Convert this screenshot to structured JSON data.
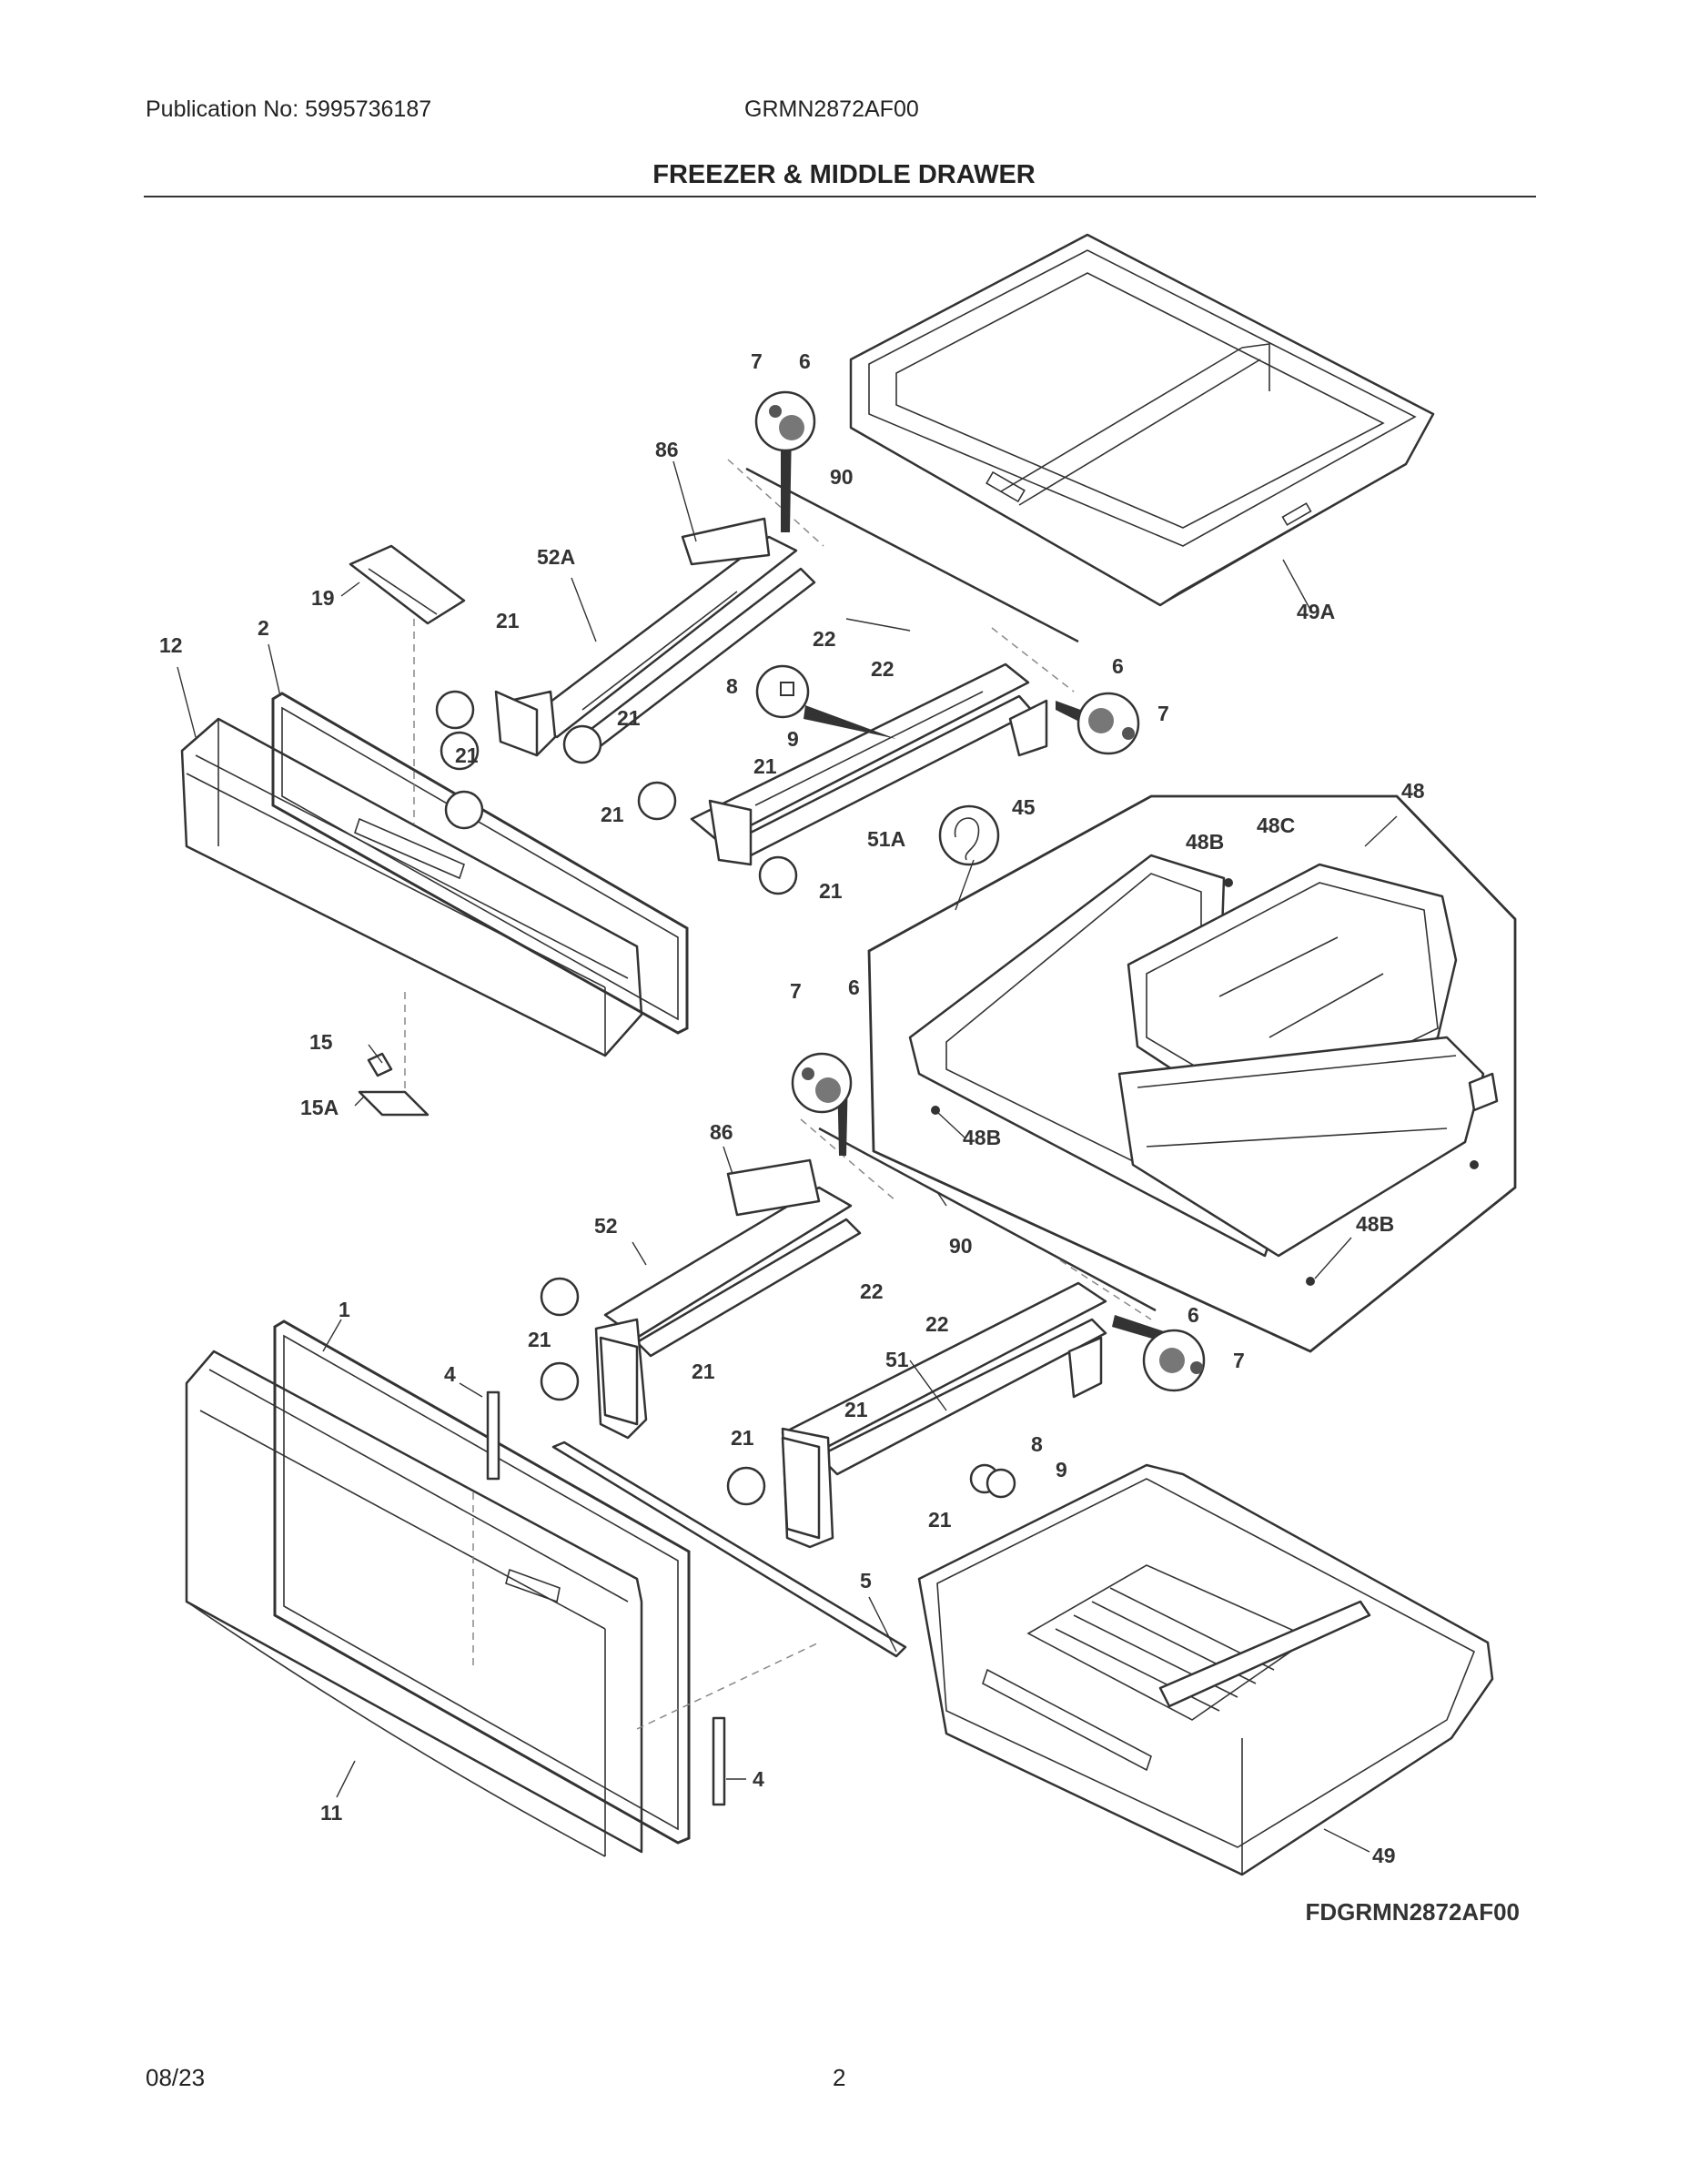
{
  "header": {
    "publication": "Publication No: 5995736187",
    "model": "GRMN2872AF00",
    "title": "FREEZER & MIDDLE DRAWER"
  },
  "callouts": [
    {
      "id": "c7a",
      "text": "7"
    },
    {
      "id": "c6a",
      "text": "6"
    },
    {
      "id": "c86a",
      "text": "86"
    },
    {
      "id": "c90a",
      "text": "90"
    },
    {
      "id": "c52a",
      "text": "52A"
    },
    {
      "id": "c19",
      "text": "19"
    },
    {
      "id": "c21a",
      "text": "21"
    },
    {
      "id": "c12",
      "text": "12"
    },
    {
      "id": "c2",
      "text": "2"
    },
    {
      "id": "c22a",
      "text": "22"
    },
    {
      "id": "c49a",
      "text": "49A"
    },
    {
      "id": "c8a",
      "text": "8"
    },
    {
      "id": "c22b",
      "text": "22"
    },
    {
      "id": "c6b",
      "text": "6"
    },
    {
      "id": "c21b",
      "text": "21"
    },
    {
      "id": "c7b",
      "text": "7"
    },
    {
      "id": "c21c",
      "text": "21"
    },
    {
      "id": "c9a",
      "text": "9"
    },
    {
      "id": "c21d",
      "text": "21"
    },
    {
      "id": "c48",
      "text": "48"
    },
    {
      "id": "c21e",
      "text": "21"
    },
    {
      "id": "c45",
      "text": "45"
    },
    {
      "id": "c48b1",
      "text": "48B"
    },
    {
      "id": "c48c",
      "text": "48C"
    },
    {
      "id": "c51a",
      "text": "51A"
    },
    {
      "id": "c21f",
      "text": "21"
    },
    {
      "id": "c7c",
      "text": "7"
    },
    {
      "id": "c6c",
      "text": "6"
    },
    {
      "id": "c15",
      "text": "15"
    },
    {
      "id": "c15a",
      "text": "15A"
    },
    {
      "id": "c48b2",
      "text": "48B"
    },
    {
      "id": "c86b",
      "text": "86"
    },
    {
      "id": "c52",
      "text": "52"
    },
    {
      "id": "c90b",
      "text": "90"
    },
    {
      "id": "c48b3",
      "text": "48B"
    },
    {
      "id": "c22c",
      "text": "22"
    },
    {
      "id": "c1",
      "text": "1"
    },
    {
      "id": "c21g",
      "text": "21"
    },
    {
      "id": "c6d",
      "text": "6"
    },
    {
      "id": "c22d",
      "text": "22"
    },
    {
      "id": "c7d",
      "text": "7"
    },
    {
      "id": "c4a",
      "text": "4"
    },
    {
      "id": "c21h",
      "text": "21"
    },
    {
      "id": "c51",
      "text": "51"
    },
    {
      "id": "c21i",
      "text": "21"
    },
    {
      "id": "c21j",
      "text": "21"
    },
    {
      "id": "c8b",
      "text": "8"
    },
    {
      "id": "c9b",
      "text": "9"
    },
    {
      "id": "c21k",
      "text": "21"
    },
    {
      "id": "c5",
      "text": "5"
    },
    {
      "id": "c4b",
      "text": "4"
    },
    {
      "id": "c11",
      "text": "11"
    },
    {
      "id": "c49",
      "text": "49"
    }
  ],
  "diagram_code": "FDGRMN2872AF00",
  "footer": {
    "date": "08/23",
    "page": "2"
  }
}
